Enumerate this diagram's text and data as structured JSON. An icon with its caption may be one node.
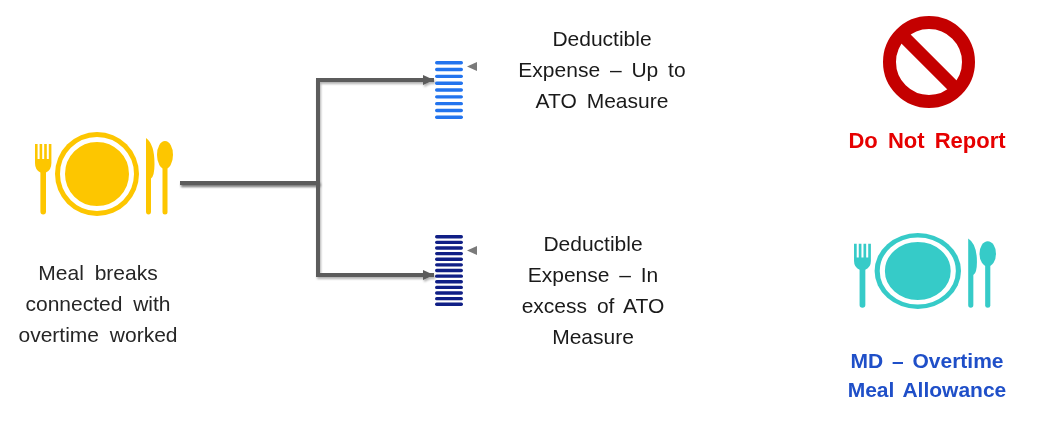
{
  "diagram": {
    "nodes": [
      {
        "text": [],
        "shape": "picture",
        "beside": [
          "Meal breaks connected with overtime worked"
        ]
      },
      {
        "text": [],
        "shape": "picture"
      },
      {
        "text": [
          "Deductible Expense – Up to ATO Measure"
        ]
      },
      {
        "text": [],
        "shape": "picture",
        "beside": [
          "Do Not Report"
        ]
      },
      {
        "text": [],
        "shape": "picture"
      },
      {
        "text": [
          "Deductible Expense – In excess of ATO Measure"
        ]
      },
      {
        "text": [],
        "shape": "picture",
        "beside": [
          "MD – Overtime Meal Allowance"
        ]
      }
    ],
    "edges": [
      {
        "from": 0,
        "to": 1,
        "arrow": "to"
      },
      {
        "from": 0,
        "to": 4,
        "arrow": "to"
      },
      {
        "from": 2,
        "to": 3,
        "arrow": "to"
      },
      {
        "from": 5,
        "to": 6,
        "arrow": "to"
      }
    ]
  }
}
